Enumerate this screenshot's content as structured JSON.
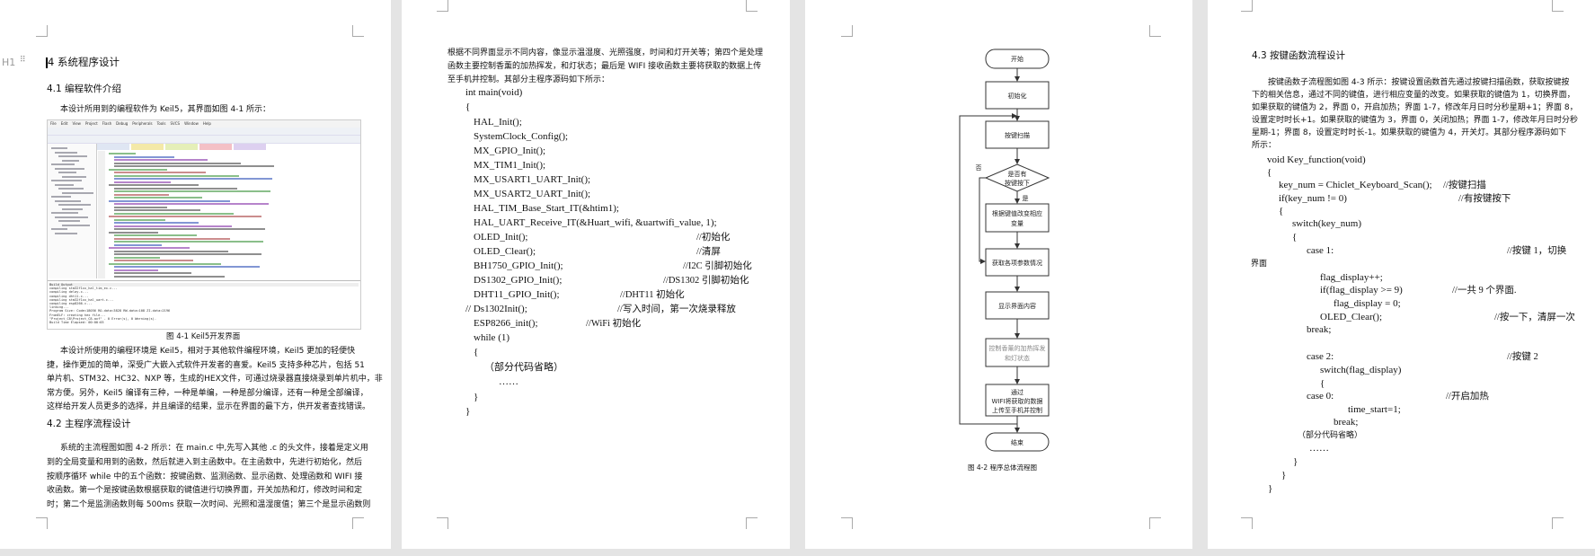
{
  "page1": {
    "heading_marker": "H1",
    "chapter_title": "4 系统程序设计",
    "section_41": "4.1 编程软件介绍",
    "intro": "本设计所用到的编程软件为 Keil5，其界面如图 4-1 所示：",
    "ide": {
      "menu": [
        "File",
        "Edit",
        "View",
        "Project",
        "Flash",
        "Debug",
        "Peripherals",
        "Tools",
        "SVCS",
        "Window",
        "Help"
      ],
      "output_title": "Build Output",
      "output_lines": [
        "compiling stm32f1xx_hal_tim_ex.c...",
        "compiling delay.c...",
        "compiling dht11.c...",
        "compiling stm32f1xx_hal_uart.c...",
        "compiling esp8266.c...",
        "linking...",
        "Program Size: Code=18056 RO-data=3828 RW-data=108 ZI-data=2196",
        "FromELF: creating hex file...",
        "\"Project_C8\\Project_C8.axf\" - 0 Error(s), 0 Warning(s).",
        "Build Time Elapsed:  00:00:03"
      ]
    },
    "figure_caption": "图 4-1 Keil5开发界面",
    "para1": [
      "本设计所使用的编程环境是 Keil5，相对于其他软件编程环境，Keil5 更加的轻便快",
      "捷，操作更加的简单，深受广大嵌入式软件开发者的喜爱。Keil5 支持多种芯片，包括 51",
      "单片机、STM32、HC32、NXP 等，生成的HEX文件，可通过烧录器直接烧录到单片机中，非",
      "常方便。另外，Keil5 编译有三种，一种是单编，一种是部分编译，还有一种是全部编译，",
      "这样给开发人员更多的选择，并且编译的结果，显示在界面的最下方，供开发者查找错误。"
    ],
    "section_42": "4.2 主程序流程设计",
    "para2": [
      "系统的主流程图如图 4-2 所示：在 main.c 中,先写入其他 .c 的头文件，接着是定义用",
      "到的全局变量和用到的函数，然后就进入到主函数中。在主函数中，先进行初始化，然后",
      "按顺序循环 while 中的五个函数：按键函数、监测函数、显示函数、处理函数和 WIFI 接",
      "收函数。第一个是按键函数根据获取的键值进行切换界面，开关加热和灯，修改时间和定",
      "时；第二个是监测函数则每 500ms 获取一次时间、光照和温湿度值；第三个是显示函数则"
    ]
  },
  "page2": {
    "para": [
      "根据不同界面显示不同内容，像显示温湿度、光照强度，时间和灯开关等；第四个是处理",
      "函数主要控制香薰的加热挥发，和灯状态；最后是 WIFI 接收函数主要将获取的数据上传",
      "至手机并控制。其部分主程序源码如下所示："
    ],
    "code": [
      {
        "code": "int main(void)",
        "comment": ""
      },
      {
        "code": "{",
        "comment": ""
      },
      {
        "code": "HAL_Init();",
        "comment": ""
      },
      {
        "code": "SystemClock_Config();",
        "comment": ""
      },
      {
        "code": "MX_GPIO_Init();",
        "comment": ""
      },
      {
        "code": "MX_TIM1_Init();",
        "comment": ""
      },
      {
        "code": "MX_USART1_UART_Init();",
        "comment": ""
      },
      {
        "code": "MX_USART2_UART_Init();",
        "comment": ""
      },
      {
        "code": "HAL_TIM_Base_Start_IT(&htim1);",
        "comment": ""
      },
      {
        "code": "HAL_UART_Receive_IT(&Huart_wifi, &uartwifi_value, 1);",
        "comment": ""
      },
      {
        "code": "OLED_Init();",
        "comment": "//初始化"
      },
      {
        "code": "OLED_Clear();",
        "comment": "//清屏"
      },
      {
        "code": " BH1750_GPIO_Init();",
        "comment": "//I2C 引脚初始化"
      },
      {
        "code": "DS1302_GPIO_Init();",
        "comment": "//DS1302 引脚初始化"
      },
      {
        "code": "DHT11_GPIO_Init();",
        "comment": "//DHT11 初始化"
      },
      {
        "code": "//  Ds1302Init();",
        "comment": "//写入时间，第一次烧录释放"
      },
      {
        "code": "ESP8266_init();",
        "comment": "//WiFi 初始化"
      },
      {
        "code": "while (1)",
        "comment": ""
      },
      {
        "code": "{",
        "comment": ""
      },
      {
        "code": "（部分代码省略）",
        "comment": ""
      },
      {
        "code": "……",
        "comment": ""
      },
      {
        "code": "}",
        "comment": ""
      },
      {
        "code": "}",
        "comment": ""
      }
    ]
  },
  "page3": {
    "flowchart": {
      "start": "开始",
      "init": "初始化",
      "key_scan": "按键扫描",
      "decision": [
        "是否有",
        "按键按下"
      ],
      "yes": "是",
      "no": "否",
      "change_var": [
        "根据键值改变相应",
        "变量"
      ],
      "get_params": "获取各项参数情况",
      "display": "显示界面内容",
      "control": [
        "控制香薰的加热挥发",
        "和灯状态"
      ],
      "wifi": [
        "通过",
        "WIFI将获取的数据",
        "上传至手机并控制"
      ],
      "end": "结束"
    },
    "figure_caption": "图 4-2  程序总体流程图"
  },
  "page4": {
    "section_43": "4.3 按键函数流程设计",
    "para": [
      "按键函数子流程图如图 4-3 所示：按键设置函数首先通过按键扫描函数，获取按键按",
      "下的相关信息，通过不同的键值，进行相应变量的改变。如果获取的键值为 1，切换界面，",
      "如果获取的键值为 2，界面 0，开启加热；界面 1-7，修改年月日时分秒星期+1；界面 8，",
      "设置定时时长+1。如果获取的键值为 3，界面 0，关闭加热；界面 1-7，修改年月日时分秒",
      "星期-1；界面 8，设置定时时长-1。如果获取的键值为 4，开关灯。其部分程序源码如下",
      "所示："
    ],
    "code": [
      {
        "code": "void Key_function(void)",
        "comment": ""
      },
      {
        "code": "{",
        "comment": ""
      },
      {
        "code": "key_num = Chiclet_Keyboard_Scan();",
        "comment": "//按键扫描"
      },
      {
        "code": "if(key_num != 0)",
        "comment": "//有按键按下"
      },
      {
        "code": "{",
        "comment": ""
      },
      {
        "code": "switch(key_num)",
        "comment": ""
      },
      {
        "code": "{",
        "comment": ""
      },
      {
        "code": "case 1:",
        "comment": "//按键 1，切换"
      },
      {
        "code": "界面",
        "comment": ""
      },
      {
        "code": "flag_display++;",
        "comment": ""
      },
      {
        "code": "if(flag_display >= 9)",
        "comment": "//一共 9 个界面."
      },
      {
        "code": "flag_display = 0;",
        "comment": ""
      },
      {
        "code": "OLED_Clear();",
        "comment": "//按一下，清屏一次"
      },
      {
        "code": "break;",
        "comment": ""
      },
      {
        "code": "case 2:",
        "comment": "//按键 2"
      },
      {
        "code": "switch(flag_display)",
        "comment": ""
      },
      {
        "code": "{",
        "comment": ""
      },
      {
        "code": "case 0:",
        "comment": "//开启加热"
      },
      {
        "code": "time_start=1;",
        "comment": ""
      },
      {
        "code": "break;",
        "comment": ""
      },
      {
        "code": "（部分代码省略）",
        "comment": ""
      },
      {
        "code": "……",
        "comment": ""
      },
      {
        "code": "}",
        "comment": ""
      },
      {
        "code": "}",
        "comment": ""
      },
      {
        "code": "}",
        "comment": ""
      }
    ]
  },
  "colors": {
    "background": "#e4e4e4",
    "page": "#ffffff",
    "squiggle": "#dd2222",
    "flow_stroke": "#333333"
  }
}
